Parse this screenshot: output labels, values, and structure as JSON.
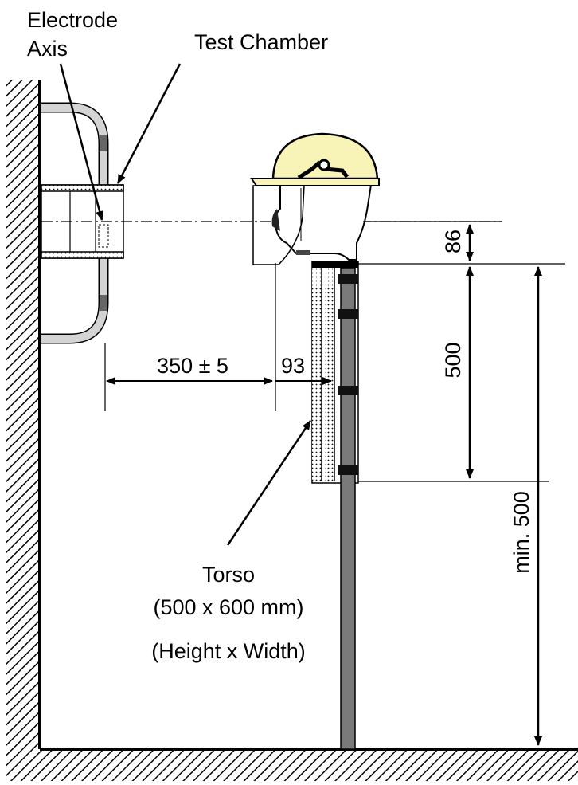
{
  "labels": {
    "electrode_axis_line1": "Electrode",
    "electrode_axis_line2": "Axis",
    "test_chamber": "Test Chamber",
    "torso_line1": "Torso",
    "torso_line2": "(500 x 600 mm)",
    "torso_line3": "(Height x Width)"
  },
  "dimensions": {
    "distance": "350 ± 5",
    "offset": "93",
    "head_height": "86",
    "torso_height": "500",
    "min_height": "min. 500"
  },
  "colors": {
    "helmet": "#f8f4b8",
    "pole": "#7a7a7a",
    "ring": "#d4d4d4",
    "stroke": "#000000"
  }
}
